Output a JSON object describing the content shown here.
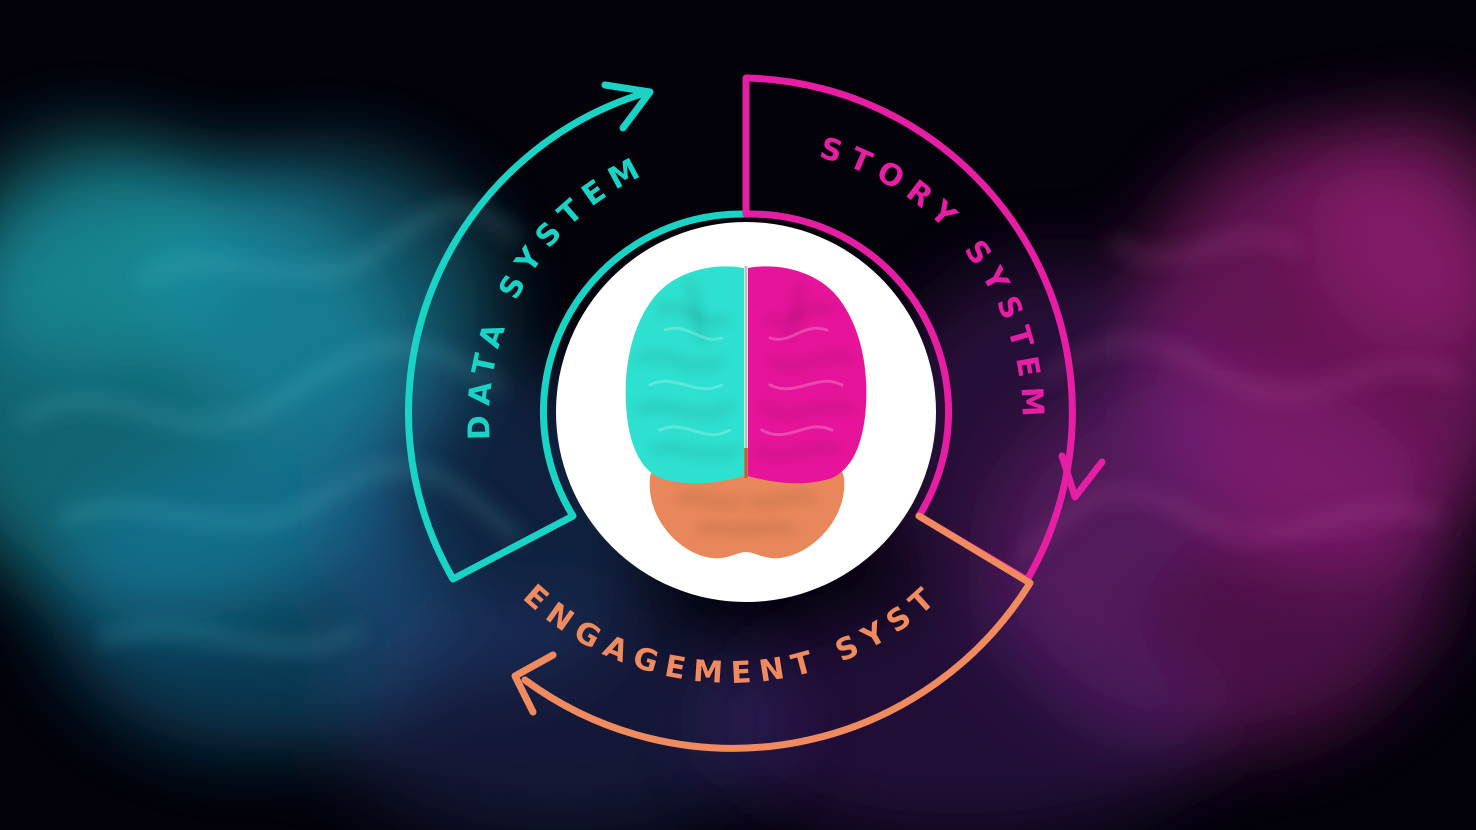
{
  "diagram": {
    "segments": [
      {
        "id": "data",
        "label": "DATA SYSTEM",
        "color": "#19d3c5"
      },
      {
        "id": "story",
        "label": "STORY SYSTEM",
        "color": "#e61ea3"
      },
      {
        "id": "engagement",
        "label": "ENGAGEMENT SYSTEM",
        "color": "#f08a5f"
      }
    ],
    "center": {
      "icon": "brain-icon",
      "background_color": "#ffffff",
      "lobe_colors": {
        "left": "#2ee0cf",
        "right": "#e6149a",
        "bottom": "#e8875a"
      }
    },
    "background": {
      "base_color": "#03020a",
      "left_smoke_color": "#21c9d8",
      "right_smoke_color": "#c4259c"
    }
  }
}
